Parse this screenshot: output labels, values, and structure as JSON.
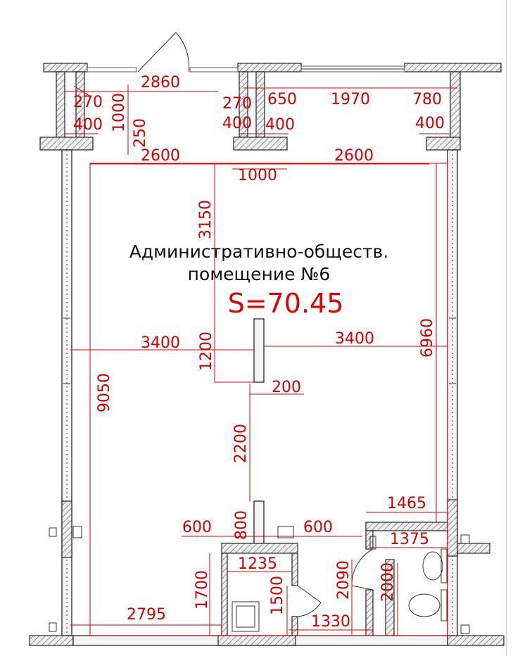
{
  "room": {
    "name_line1": "Административно-обществ.",
    "name_line2": "помещение №6",
    "area": "S=70.45"
  },
  "dimensions": {
    "d2860": "2860",
    "d270a": "270",
    "d1000a": "1000",
    "d400a": "400",
    "d250": "250",
    "d270b": "270",
    "d650": "650",
    "d1970": "1970",
    "d780": "780",
    "d400b": "400",
    "d400c": "400",
    "d400d": "400",
    "d2600a": "2600",
    "d2600b": "2600",
    "d1000b": "1000",
    "d3150": "3150",
    "d3400a": "3400",
    "d3400b": "3400",
    "d1200": "1200",
    "d6960": "6960",
    "d200": "200",
    "d9050": "9050",
    "d2200": "2200",
    "d1465": "1465",
    "d800": "800",
    "d600a": "600",
    "d600b": "600",
    "d1375": "1375",
    "d1235": "1235",
    "d2090": "2090",
    "d2000": "2000",
    "d1700": "1700",
    "d1500": "1500",
    "d2795": "2795",
    "d1330": "1330"
  }
}
